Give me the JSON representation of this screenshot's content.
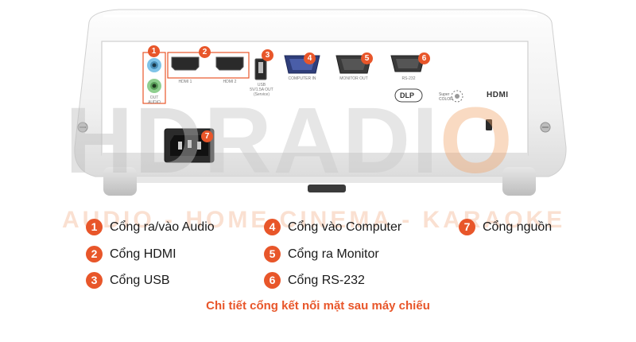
{
  "device": {
    "badges": [
      "1",
      "2",
      "3",
      "4",
      "5",
      "6",
      "7"
    ],
    "port_labels": {
      "audio_out": "OUT",
      "audio": "AUDIO",
      "hdmi1": "HDMI 1",
      "hdmi2": "HDMI 2",
      "usb": "USB\n5V/1.5A OUT\n(Service)",
      "computer_in": "COMPUTER IN",
      "monitor_out": "MONITOR OUT",
      "rs232": "RS-232"
    },
    "logos": {
      "dlp": "DLP",
      "super_color": "Super COLOR",
      "hdmi": "HDMI"
    }
  },
  "watermark": {
    "main_h": "HD",
    "main_rest": "RADI",
    "main_o": "O",
    "sub": "AUDIO - HOME CINEMA - KARAOKE"
  },
  "legend": [
    {
      "num": "1",
      "label": "Cổng ra/vào Audio"
    },
    {
      "num": "2",
      "label": "Cổng HDMI"
    },
    {
      "num": "3",
      "label": "Cổng USB"
    },
    {
      "num": "4",
      "label": "Cổng vào Computer"
    },
    {
      "num": "5",
      "label": "Cổng ra Monitor"
    },
    {
      "num": "6",
      "label": "Cổng RS-232"
    },
    {
      "num": "7",
      "label": "Cổng nguồn"
    }
  ],
  "caption": "Chi tiết cổng kết nối mặt sau máy chiếu",
  "colors": {
    "accent": "#e8562a",
    "body": "#f3f3f3",
    "panel": "#ffffff"
  }
}
